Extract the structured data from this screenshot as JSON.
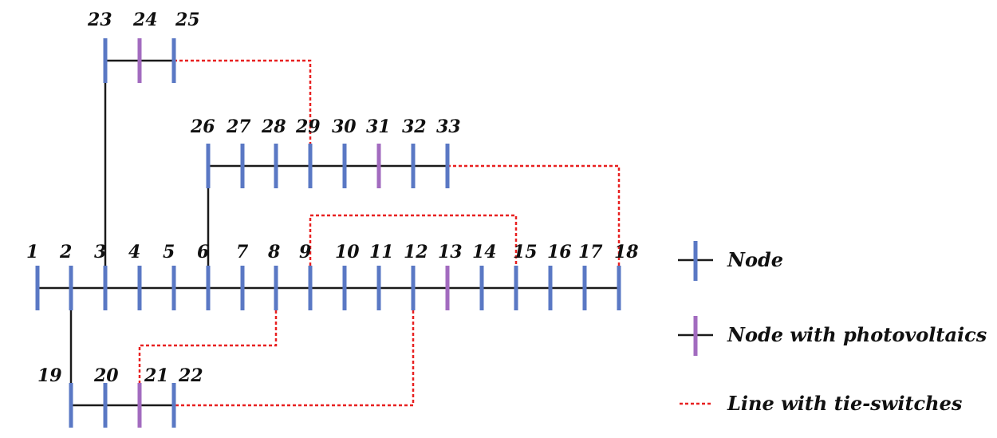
{
  "colors": {
    "line": "#1a1a1a",
    "node": "#5a78c4",
    "pv_node": "#a26bbf",
    "tie": "#e82020"
  },
  "nodes": [
    {
      "id": "1",
      "pv": false
    },
    {
      "id": "2",
      "pv": false
    },
    {
      "id": "3",
      "pv": false
    },
    {
      "id": "4",
      "pv": false
    },
    {
      "id": "5",
      "pv": false
    },
    {
      "id": "6",
      "pv": false
    },
    {
      "id": "7",
      "pv": false
    },
    {
      "id": "8",
      "pv": false
    },
    {
      "id": "9",
      "pv": false
    },
    {
      "id": "10",
      "pv": false
    },
    {
      "id": "11",
      "pv": false
    },
    {
      "id": "12",
      "pv": false
    },
    {
      "id": "13",
      "pv": true
    },
    {
      "id": "14",
      "pv": false
    },
    {
      "id": "15",
      "pv": false
    },
    {
      "id": "16",
      "pv": false
    },
    {
      "id": "17",
      "pv": false
    },
    {
      "id": "18",
      "pv": false
    },
    {
      "id": "19",
      "pv": false
    },
    {
      "id": "20",
      "pv": false
    },
    {
      "id": "21",
      "pv": true
    },
    {
      "id": "22",
      "pv": false
    },
    {
      "id": "23",
      "pv": false
    },
    {
      "id": "24",
      "pv": true
    },
    {
      "id": "25",
      "pv": false
    },
    {
      "id": "26",
      "pv": false
    },
    {
      "id": "27",
      "pv": false
    },
    {
      "id": "28",
      "pv": false
    },
    {
      "id": "29",
      "pv": false
    },
    {
      "id": "30",
      "pv": false
    },
    {
      "id": "31",
      "pv": true
    },
    {
      "id": "32",
      "pv": false
    },
    {
      "id": "33",
      "pv": false
    }
  ],
  "branches": [
    {
      "from": "1",
      "to": "18"
    },
    {
      "from": "19",
      "to": "22"
    },
    {
      "from": "23",
      "to": "25"
    },
    {
      "from": "26",
      "to": "33"
    },
    {
      "from": "2",
      "to": "19"
    },
    {
      "from": "3",
      "to": "23"
    },
    {
      "from": "6",
      "to": "26"
    }
  ],
  "tie_switches": [
    {
      "from": "25",
      "to": "29"
    },
    {
      "from": "33",
      "to": "18"
    },
    {
      "from": "9",
      "to": "15"
    },
    {
      "from": "8",
      "to": "21"
    },
    {
      "from": "12",
      "to": "22"
    }
  ],
  "legend": {
    "node": "Node",
    "pv_node": "Node with photovoltaics",
    "tie_line": "Line with tie-switches"
  }
}
